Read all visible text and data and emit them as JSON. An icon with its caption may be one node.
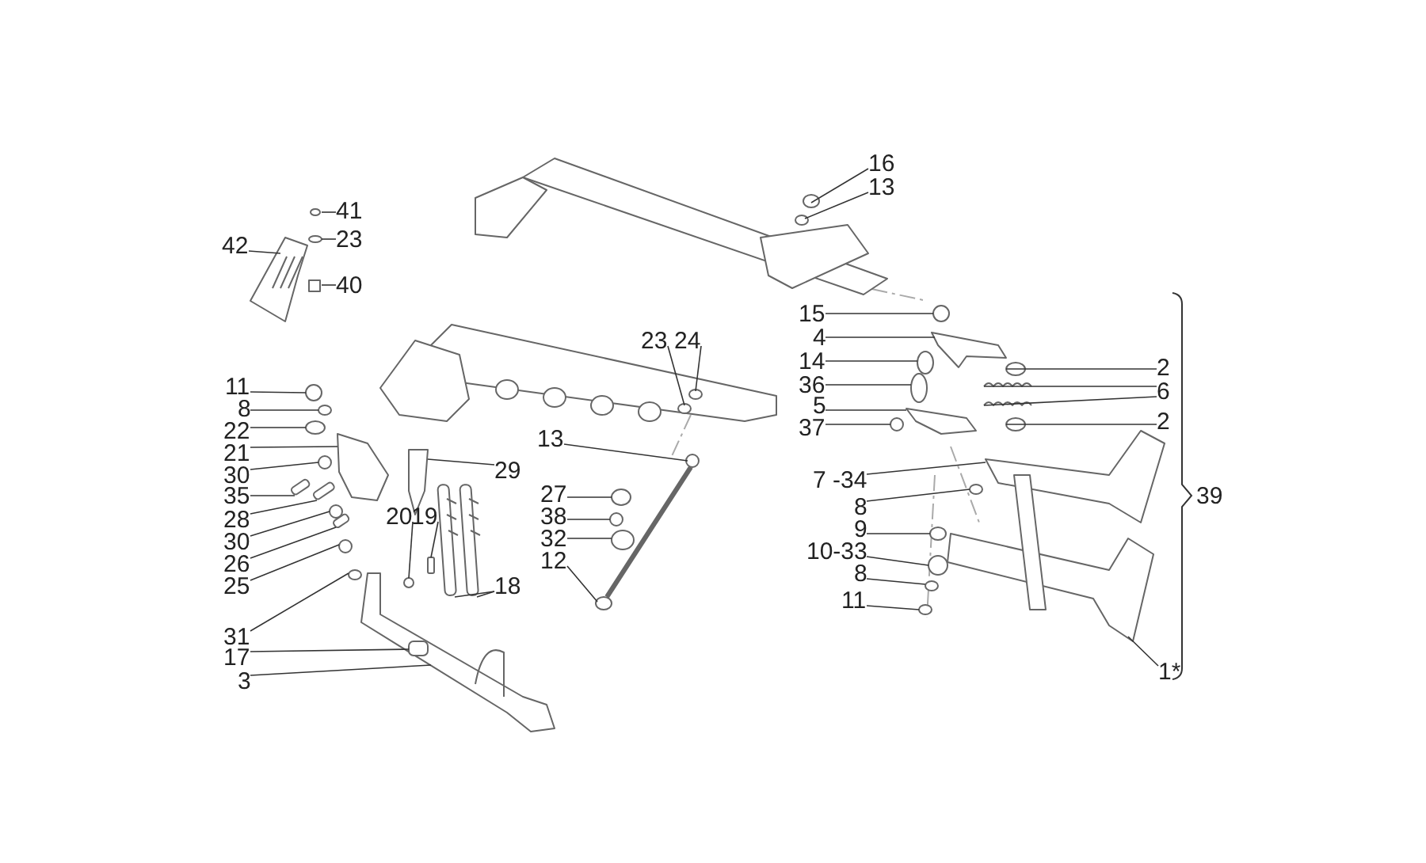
{
  "diagram": {
    "nodes": [
      {
        "text": [
          "16"
        ]
      },
      {
        "text": [
          "13"
        ]
      },
      {
        "text": [
          "41"
        ]
      },
      {
        "text": [
          "23"
        ]
      },
      {
        "text": [
          "42"
        ]
      },
      {
        "text": [
          "40"
        ]
      },
      {
        "text": [
          "15"
        ]
      },
      {
        "text": [
          "4"
        ]
      },
      {
        "text": [
          "23"
        ]
      },
      {
        "text": [
          "24"
        ]
      },
      {
        "text": [
          "14"
        ]
      },
      {
        "text": [
          "2"
        ]
      },
      {
        "text": [
          "36"
        ]
      },
      {
        "text": [
          "11"
        ]
      },
      {
        "text": [
          "6"
        ]
      },
      {
        "text": [
          "5"
        ]
      },
      {
        "text": [
          "8"
        ]
      },
      {
        "text": [
          "2"
        ]
      },
      {
        "text": [
          "37"
        ]
      },
      {
        "text": [
          "22"
        ]
      },
      {
        "text": [
          "13"
        ]
      },
      {
        "text": [
          "21"
        ]
      },
      {
        "text": [
          "29"
        ]
      },
      {
        "text": [
          "30"
        ]
      },
      {
        "text": [
          "7 -34"
        ]
      },
      {
        "text": [
          "27"
        ]
      },
      {
        "text": [
          "35"
        ]
      },
      {
        "text": [
          "8"
        ]
      },
      {
        "text": [
          "38"
        ]
      },
      {
        "text": [
          "28"
        ]
      },
      {
        "text": [
          "20"
        ]
      },
      {
        "text": [
          "19"
        ]
      },
      {
        "text": [
          "9"
        ]
      },
      {
        "text": [
          "32"
        ]
      },
      {
        "text": [
          "30"
        ]
      },
      {
        "text": [
          "10-33"
        ]
      },
      {
        "text": [
          "12"
        ]
      },
      {
        "text": [
          "26"
        ]
      },
      {
        "text": [
          "8"
        ]
      },
      {
        "text": [
          "18"
        ]
      },
      {
        "text": [
          "25"
        ]
      },
      {
        "text": [
          "11"
        ]
      },
      {
        "text": [
          "31"
        ]
      },
      {
        "text": [
          "17"
        ]
      },
      {
        "text": [
          "1*"
        ]
      },
      {
        "text": [
          "3"
        ]
      }
    ],
    "edges": [
      {
        "from": 0,
        "to": null,
        "arrow": "none"
      },
      {
        "from": 1,
        "to": null,
        "arrow": "none"
      },
      {
        "from": 2,
        "to": null,
        "arrow": "none"
      },
      {
        "from": 3,
        "to": null,
        "arrow": "none"
      },
      {
        "from": 4,
        "to": null,
        "arrow": "none"
      },
      {
        "from": 5,
        "to": null,
        "arrow": "none"
      },
      {
        "from": 6,
        "to": null,
        "arrow": "none"
      },
      {
        "from": 7,
        "to": null,
        "arrow": "none"
      },
      {
        "from": 8,
        "to": null,
        "arrow": "none"
      },
      {
        "from": 9,
        "to": null,
        "arrow": "none"
      },
      {
        "from": 10,
        "to": null,
        "arrow": "none"
      },
      {
        "from": 11,
        "to": null,
        "arrow": "none"
      },
      {
        "from": 12,
        "to": null,
        "arrow": "none"
      },
      {
        "from": 13,
        "to": null,
        "arrow": "none"
      },
      {
        "from": 14,
        "to": null,
        "arrow": "none"
      },
      {
        "from": 14,
        "to": null,
        "arrow": "none"
      },
      {
        "from": 15,
        "to": null,
        "arrow": "none"
      },
      {
        "from": 16,
        "to": null,
        "arrow": "none"
      },
      {
        "from": 17,
        "to": null,
        "arrow": "none"
      },
      {
        "from": 18,
        "to": null,
        "arrow": "none"
      },
      {
        "from": 19,
        "to": null,
        "arrow": "none"
      },
      {
        "from": 20,
        "to": null,
        "arrow": "none"
      },
      {
        "from": 21,
        "to": null,
        "arrow": "none"
      },
      {
        "from": 22,
        "to": null,
        "arrow": "none"
      },
      {
        "from": 23,
        "to": null,
        "arrow": "none"
      },
      {
        "from": 24,
        "to": null,
        "arrow": "none"
      },
      {
        "from": 25,
        "to": null,
        "arrow": "none"
      },
      {
        "from": 26,
        "to": null,
        "arrow": "none"
      },
      {
        "from": 27,
        "to": null,
        "arrow": "none"
      },
      {
        "from": 28,
        "to": null,
        "arrow": "none"
      },
      {
        "from": 29,
        "to": null,
        "arrow": "none"
      },
      {
        "from": 30,
        "to": null,
        "arrow": "none"
      },
      {
        "from": 31,
        "to": null,
        "arrow": "none"
      },
      {
        "from": 32,
        "to": null,
        "arrow": "none"
      },
      {
        "from": 33,
        "to": null,
        "arrow": "none"
      },
      {
        "from": 34,
        "to": null,
        "arrow": "none"
      },
      {
        "from": 35,
        "to": null,
        "arrow": "none"
      },
      {
        "from": 36,
        "to": null,
        "arrow": "none"
      },
      {
        "from": 37,
        "to": null,
        "arrow": "none"
      },
      {
        "from": 38,
        "to": null,
        "arrow": "none"
      },
      {
        "from": 39,
        "to": null,
        "arrow": "none"
      },
      {
        "from": 39,
        "to": null,
        "arrow": "none"
      },
      {
        "from": 40,
        "to": null,
        "arrow": "none"
      },
      {
        "from": 41,
        "to": null,
        "arrow": "none"
      },
      {
        "from": 42,
        "to": null,
        "arrow": "none"
      },
      {
        "from": 43,
        "to": null,
        "arrow": "none"
      },
      {
        "from": 44,
        "to": null,
        "arrow": "none"
      },
      {
        "from": 45,
        "to": null,
        "arrow": "none"
      }
    ],
    "labels": [
      "39"
    ]
  }
}
